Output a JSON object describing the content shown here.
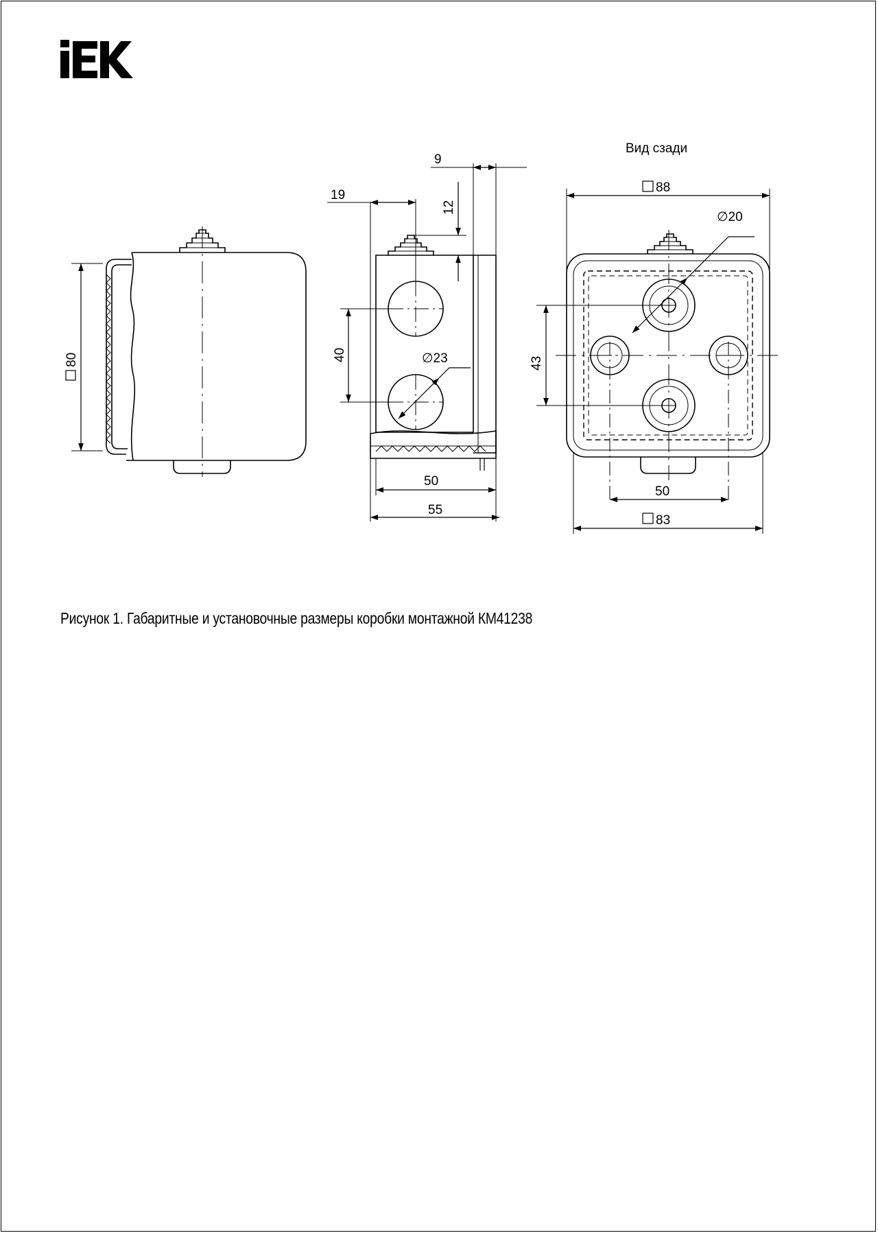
{
  "brand": {
    "logo_text": "IEK"
  },
  "labels": {
    "rear_view": "Вид сзади",
    "dim_80": "80",
    "dim_9": "9",
    "dim_19": "19",
    "dim_12": "12",
    "dim_40": "40",
    "dim_d23": "∅23",
    "dim_50_side": "50",
    "dim_55": "55",
    "dim_88": "88",
    "dim_d20": "∅20",
    "dim_43": "43",
    "dim_50_rear": "50",
    "dim_83": "83"
  },
  "caption": "Рисунок 1. Габаритные и установочные размеры коробки монтажной КМ41238"
}
